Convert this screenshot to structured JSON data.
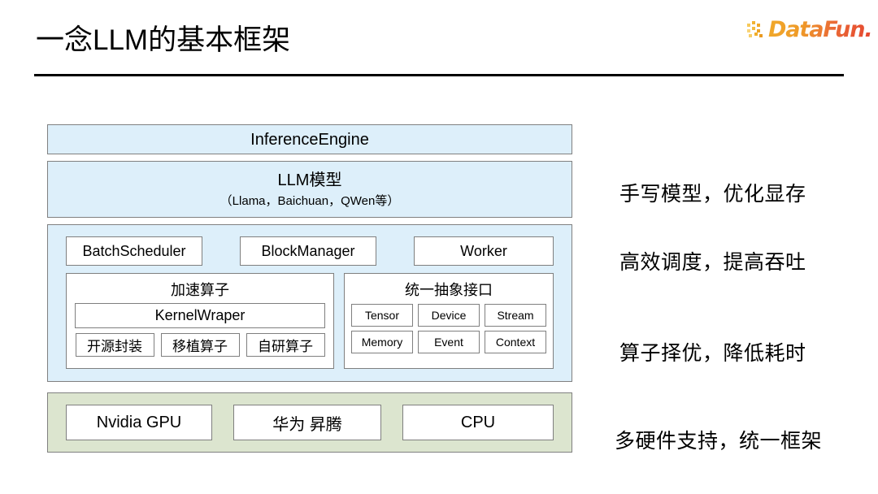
{
  "header": {
    "title": "一念LLM的基本框架",
    "logo_text": "DataFun.",
    "logo_icon": "datafun-dot-matrix-icon"
  },
  "colors": {
    "tier_blue": "#ddeffa",
    "tier_green": "#dce5cf",
    "box_white": "#ffffff",
    "border_gray": "#808080",
    "logo_orange": "#f0a92b",
    "logo_red": "#e5452f",
    "rule_black": "#000000"
  },
  "diagram": {
    "tiers": [
      {
        "id": "inference-engine",
        "label": "InferenceEngine",
        "fill": "#ddeffa"
      },
      {
        "id": "llm-model",
        "label": "LLM模型",
        "sublabel": "（Llama，Baichuan，QWen等）",
        "fill": "#ddeffa"
      },
      {
        "id": "core-components",
        "fill": "#ddeffa",
        "top_boxes": [
          "BatchScheduler",
          "BlockManager",
          "Worker"
        ],
        "panels": [
          {
            "id": "accel-operators",
            "title": "加速算子",
            "wrapper": "KernelWraper",
            "items": [
              "开源封装",
              "移植算子",
              "自研算子"
            ]
          },
          {
            "id": "unified-abstract-interface",
            "title": "统一抽象接口",
            "items": [
              "Tensor",
              "Device",
              "Stream",
              "Memory",
              "Event",
              "Context"
            ]
          }
        ]
      },
      {
        "id": "hardware",
        "fill": "#dce5cf",
        "boxes": [
          "Nvidia GPU",
          "华为 昇腾",
          "CPU"
        ]
      }
    ]
  },
  "annotations": [
    "手写模型，优化显存",
    "高效调度，提高吞吐",
    "算子择优，降低耗时",
    "多硬件支持，统一框架"
  ]
}
